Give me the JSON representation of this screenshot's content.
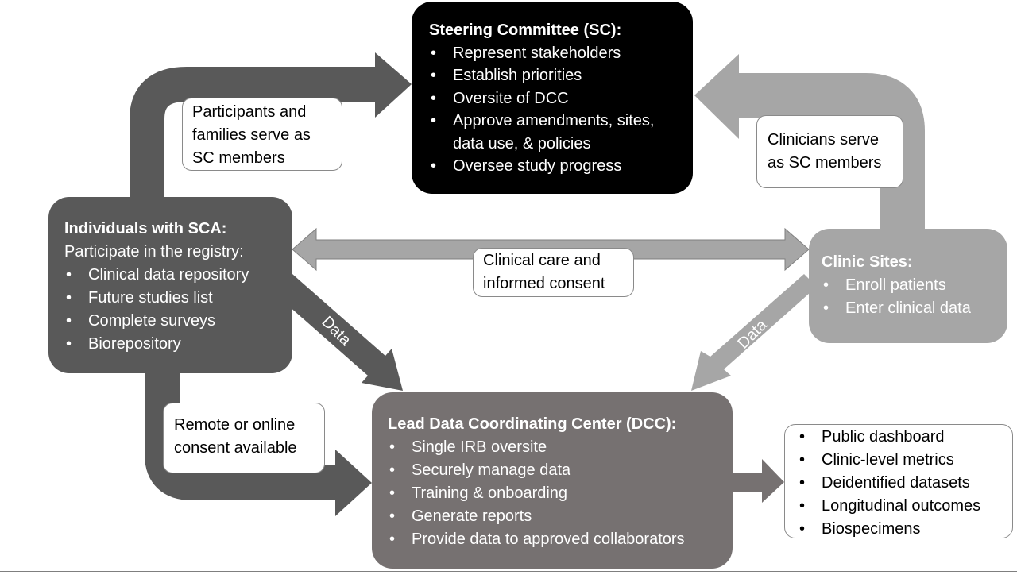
{
  "steering": {
    "title": "Steering Committee (SC):",
    "items": [
      "Represent stakeholders",
      "Establish priorities",
      "Oversite of DCC",
      "Approve amendments, sites, data use, & policies",
      "Oversee study progress"
    ]
  },
  "individuals": {
    "title": "Individuals with SCA:",
    "subtitle": "Participate in the registry:",
    "items": [
      "Clinical data repository",
      "Future studies list",
      "Complete surveys",
      "Biorepository"
    ]
  },
  "clinic": {
    "title": "Clinic Sites:",
    "items": [
      "Enroll patients",
      "Enter clinical data"
    ]
  },
  "dcc": {
    "title": "Lead Data Coordinating Center (DCC):",
    "items": [
      "Single IRB oversite",
      "Securely manage data",
      "Training & onboarding",
      "Generate reports",
      "Provide data to approved collaborators"
    ]
  },
  "outputs": {
    "items": [
      "Public dashboard",
      "Clinic-level metrics",
      "Deidentified datasets",
      "Longitudinal outcomes",
      "Biospecimens"
    ]
  },
  "labels": {
    "participants": "Participants and\nfamilies serve as\nSC members",
    "clinicians": "Clinicians serve\nas SC members",
    "clinical_care": "Clinical care and\ninformed consent",
    "remote": "Remote or online\nconsent available",
    "data_left": "Data",
    "data_right": "Data"
  },
  "colors": {
    "steering": "#000000",
    "individuals": "#595959",
    "clinic": "#a6a6a6",
    "dcc": "#767171",
    "dark_arrow": "#595959",
    "light_arrow": "#a6a6a6"
  }
}
